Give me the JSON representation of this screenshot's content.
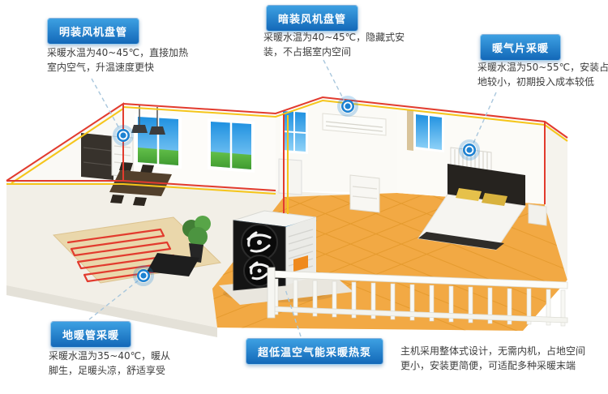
{
  "diagram": {
    "callouts": {
      "exposed_fan_coil": {
        "label": "明装风机盘管",
        "desc1": "采暖水温为40~45℃，直接加热",
        "desc2": "室内空气，升温速度更快"
      },
      "concealed_fan_coil": {
        "label": "暗装风机盘管",
        "desc1": "采暖水温为40~45℃，隐藏式安",
        "desc2": "装，不占据室内空间"
      },
      "radiator": {
        "label": "暖气片采暖",
        "desc1": "采暖水温为50~55℃，安装占",
        "desc2": "地较小，初期投入成本较低"
      },
      "floor_heating": {
        "label": "地暖管采暖",
        "desc1": "采暖水温为35~40℃，暖从",
        "desc2": "脚生，足暖头凉，舒适享受"
      },
      "heat_pump": {
        "label": "超低温空气能采暖热泵",
        "desc1": "主机采用整体式设计，无需内机，占地空间",
        "desc2": "更小，安装更简便，可适配多种采暖末端"
      }
    },
    "colors": {
      "label_bg_top": "#3da0e2",
      "label_bg_bottom": "#1368b8",
      "label_text": "#ffffff",
      "desc_text": "#3d3d3d",
      "marker": "#1d82d2",
      "leader_line": "#a9c7dd",
      "pipe_red": "#e23b2e",
      "pipe_yellow": "#f5c51a",
      "patio_tile": "#f2a944",
      "window_sky": "#1e90e0",
      "window_grass": "#4aa736",
      "wood_floor": "#ead7ab"
    }
  }
}
